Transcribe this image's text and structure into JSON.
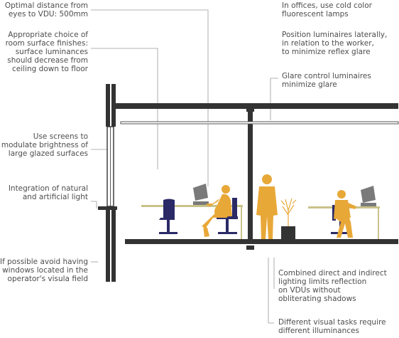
{
  "labels": {
    "distance": [
      "Optimal distance from",
      "eyes to VDU: 500mm"
    ],
    "finishes": [
      "Appropriate choice of",
      "room surface finishes:",
      "surface luminances",
      "should decrease from",
      "ceiling down to floor"
    ],
    "screens": [
      "Use screens to",
      "modulate brightness of",
      "large glazed surfaces"
    ],
    "integration": [
      "Integration of natural",
      "and artificial light"
    ],
    "windows": [
      "If possible avoid having",
      "windows located in the",
      "operator's visula field"
    ],
    "cold_lamps": [
      "In offices, use cold color",
      "fluorescent lamps"
    ],
    "position": [
      "Position luminaires laterally,",
      "in relation to the worker,",
      "to minimize reflex glare"
    ],
    "glare": [
      "Glare control luminaires",
      "minimize glare"
    ],
    "combined": [
      "Combined direct and indirect",
      "lighting limits reflection",
      "on VDUs without",
      "obliterating shadows"
    ],
    "visual_tasks": [
      "Different visual tasks require",
      "different illuminances"
    ]
  },
  "colors": {
    "structure": "#333333",
    "figure": "#e8a838",
    "desk": "#c9c28a",
    "chair": "#2b2a66",
    "monitor": "#7a7a7a",
    "leader": "#9a9a9a",
    "text": "#4d4d4d"
  }
}
